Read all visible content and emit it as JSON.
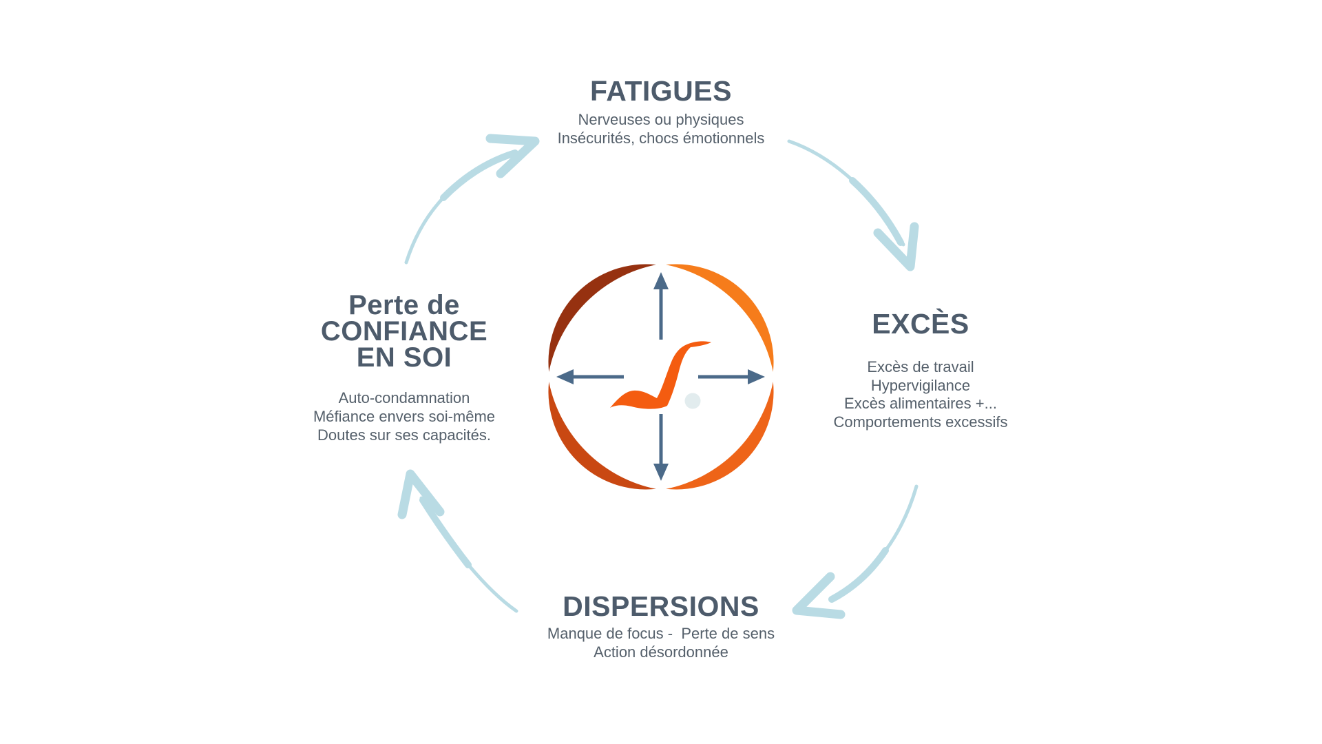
{
  "diagram": {
    "title_color": "#4d5b6b",
    "body_color": "#545f6a",
    "cycle_arrow_color": "#b9dbe4",
    "center_logo": {
      "colors": {
        "arc_top_left": "#963110",
        "arc_top_right": "#f67c1b",
        "arc_bottom_right": "#ee6418",
        "arc_bottom_left": "#c94812",
        "swoosh": "#f45c10",
        "cross_arrows": "#4b6a89",
        "dot": "#e2ecee"
      }
    },
    "nodes": {
      "top": {
        "title": "FATIGUES",
        "lines": [
          "Nerveuses ou physiques",
          "Insécurités, chocs émotionnels"
        ]
      },
      "right": {
        "title": "EXCÈS",
        "lines": [
          "Excès de travail",
          "Hypervigilance",
          "Excès alimentaires +...",
          "Comportements excessifs"
        ]
      },
      "bottom": {
        "title": "DISPERSIONS",
        "lines": [
          "Manque de focus -  Perte de sens",
          "Action désordonnée"
        ]
      },
      "left": {
        "title_lines": [
          "Perte de",
          "CONFIANCE",
          "EN SOI"
        ],
        "lines": [
          "Auto-condamnation",
          "Méfiance envers soi-même",
          "Doutes sur ses capacités."
        ]
      }
    }
  }
}
